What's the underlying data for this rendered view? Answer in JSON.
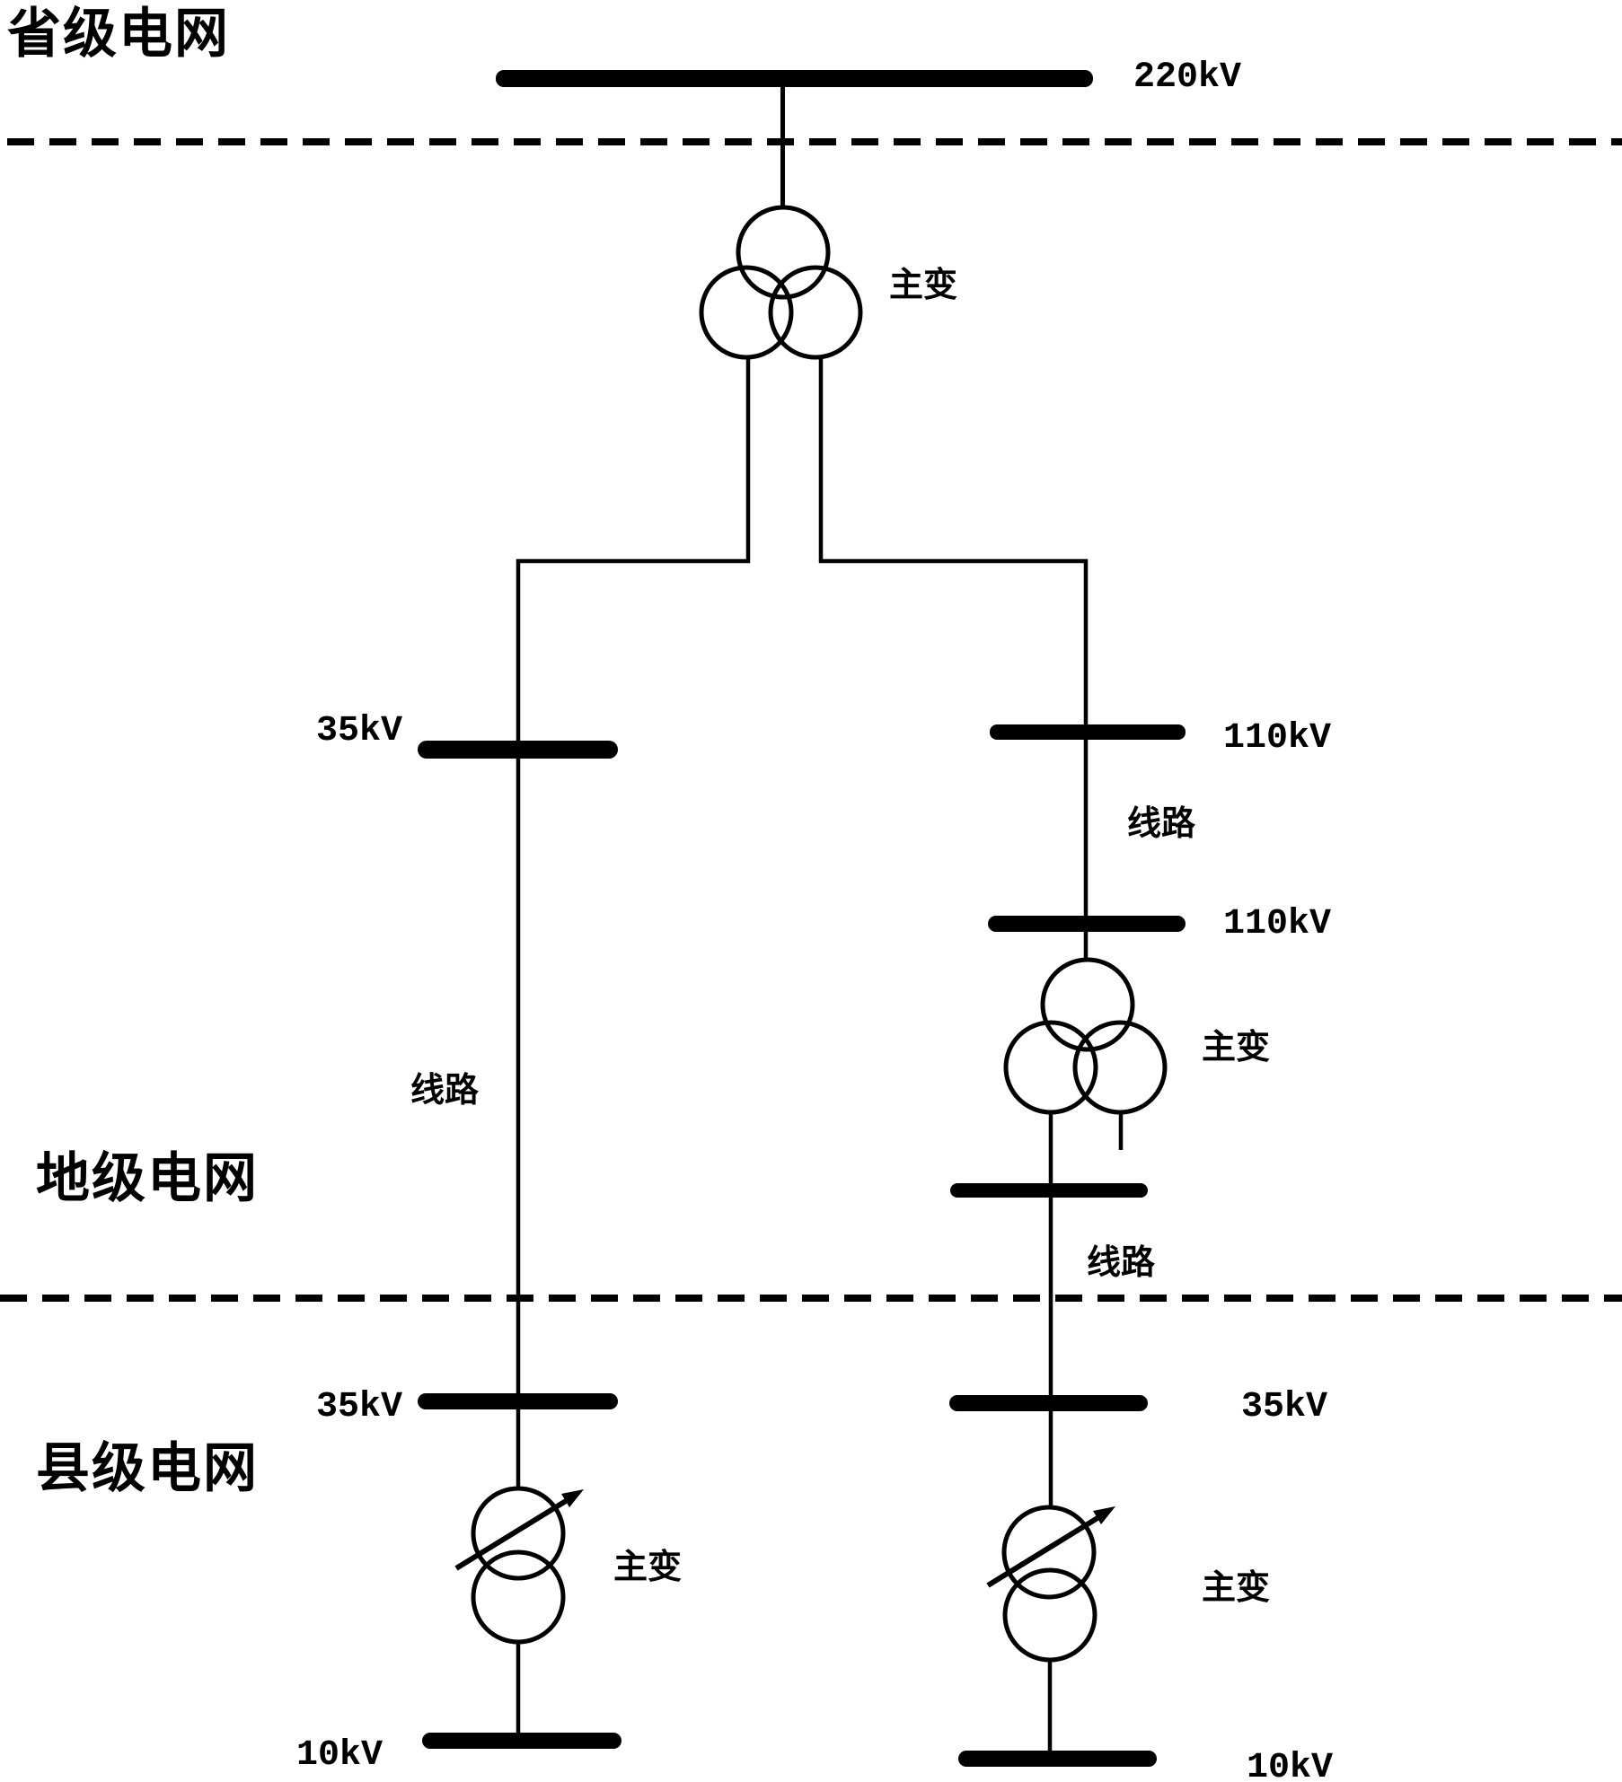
{
  "page": {
    "background": "#ffffff",
    "ink": "#000000",
    "description_labels": {
      "provincial_grid": "省级电网",
      "prefecture_grid": "地级电网",
      "county_grid": "县级电网"
    }
  },
  "buses": {
    "bus_220kv": {
      "voltage": "220kV"
    },
    "bus_35kv_upper_left": {
      "voltage": "35kV"
    },
    "bus_110kv_upper_right": {
      "voltage": "110kV"
    },
    "bus_110kv_lower_right": {
      "voltage": "110kV"
    },
    "bus_mid_right_unlabeled": {
      "voltage": ""
    },
    "bus_35kv_lower_left": {
      "voltage": "35kV"
    },
    "bus_35kv_lower_right": {
      "voltage": "35kV"
    },
    "bus_10kv_left": {
      "voltage": "10kV"
    },
    "bus_10kv_right": {
      "voltage": "10kV"
    }
  },
  "transformers": {
    "top_three_winding": {
      "label": "主变"
    },
    "mid_three_winding": {
      "label": "主变"
    },
    "bottom_left_regulating": {
      "label": "主变"
    },
    "bottom_right_regulating": {
      "label": "主变"
    }
  },
  "lines": {
    "line_upper_right": {
      "label": "线路"
    },
    "line_left": {
      "label": "线路"
    },
    "line_lower_right": {
      "label": "线路"
    }
  }
}
